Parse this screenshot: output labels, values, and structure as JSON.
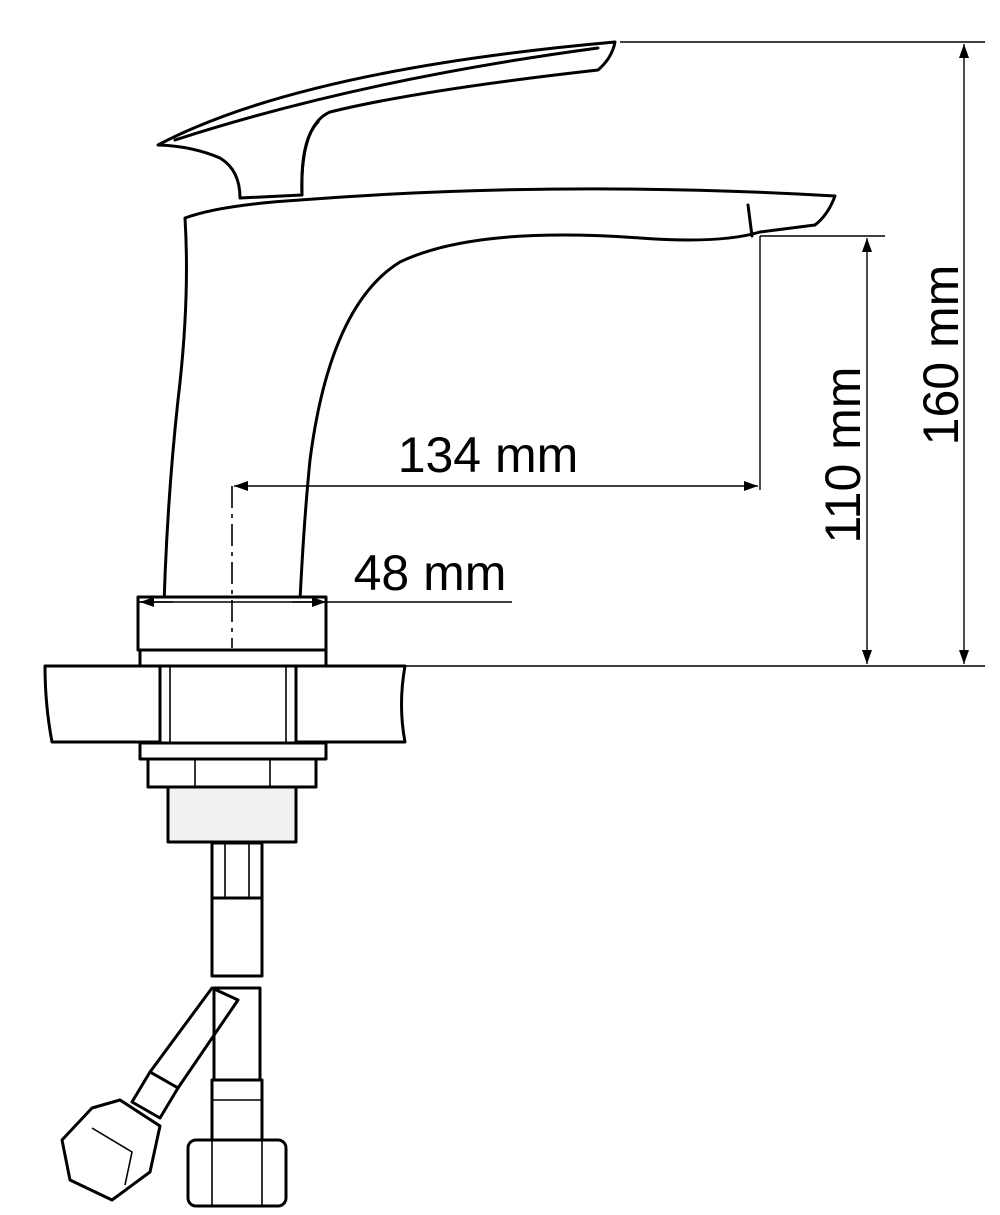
{
  "dimensions": {
    "overall_height": "160 mm",
    "spout_height": "110 mm",
    "spout_reach": "134 mm",
    "base_diameter": "48 mm"
  }
}
